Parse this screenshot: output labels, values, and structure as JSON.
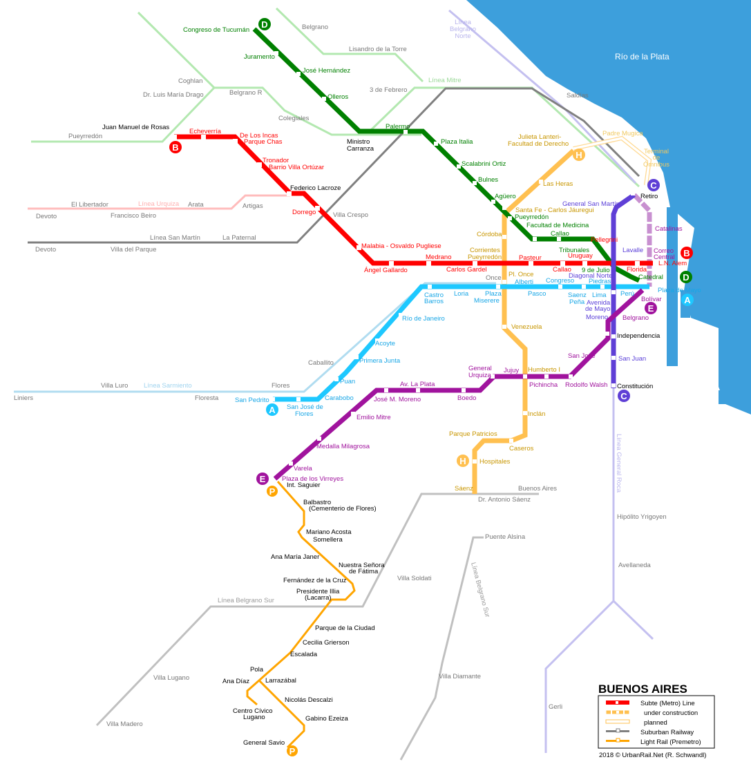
{
  "water_label": "Río de la Plata",
  "lines": {
    "A": {
      "letter": "A",
      "color": "#1ec8ff"
    },
    "B": {
      "letter": "B",
      "color": "#ff0000"
    },
    "C": {
      "letter": "C",
      "color": "#5f3fd6"
    },
    "D": {
      "letter": "D",
      "color": "#008000"
    },
    "E": {
      "letter": "E",
      "color": "#a0139d"
    },
    "H": {
      "letter": "H",
      "color": "#ffc050"
    },
    "P": {
      "letter": "P",
      "color": "#ffa500"
    }
  },
  "stations": {
    "D": [
      "Congreso de Tucumán",
      "Juramento",
      "José Hernández",
      "Olleros",
      "Palermo",
      "Plaza Italia",
      "Scalabrini Ortiz",
      "Bulnes",
      "Agüero",
      "Pueyrredón",
      "Facultad de Medicina",
      "Callao",
      "Tribunales",
      "9 de Julio",
      "Catedral"
    ],
    "B": [
      "Echeverría",
      "De Los Incas",
      "Parque Chas",
      "Tronador",
      "Barrio Villa Ortúzar",
      "Dorrego",
      "Malabia - Osvaldo Pugliese",
      "Ángel Gallardo",
      "Medrano",
      "Carlos Gardel",
      "Pasteur",
      "Callao",
      "Uruguay",
      "Pellegrini",
      "Florida",
      "L.N. Alem"
    ],
    "H": [
      "Julieta Lanteri-",
      "Facultad de Derecho",
      "Las Heras",
      "Santa Fe - Carlos Jáuregui",
      "Córdoba",
      "Corrientes",
      "Pueyrredón",
      "Pl. Once",
      "Venezuela",
      "Humberto I",
      "Inclán",
      "Parque Patricios",
      "Caseros",
      "Hospitales",
      "Sáenz"
    ],
    "A": [
      "Plaza de Mayo",
      "Perú",
      "Piedras",
      "Lima",
      "Saenz",
      "Peña",
      "Congreso",
      "Pasco",
      "Alberti",
      "Plaza",
      "Miserere",
      "Loria",
      "Castro",
      "Barros",
      "Río de Janeiro",
      "Acoyte",
      "Primera Junta",
      "Puan",
      "Carabobo",
      "San José de",
      "Flores",
      "San Pedrito"
    ],
    "C": [
      "General San Martín",
      "Lavalle",
      "Diagonal Norte",
      "Avenida",
      "de Mayo",
      "Moreno",
      "San Juan"
    ],
    "E": [
      "Catalinas",
      "Correo",
      "Central",
      "Bolívar",
      "Belgrano",
      "San José",
      "Rodolfo Walsh",
      "Pichincha",
      "Jujuy",
      "General",
      "Urquiza",
      "Boedo",
      "Av. La Plata",
      "José M. Moreno",
      "Emilio Mitre",
      "Medalla Milagrosa",
      "Varela",
      "Plaza de los Virreyes"
    ],
    "P": [
      "Int. Saguier",
      "Balbastro",
      "(Cementerio de Flores)",
      "Mariano Acosta",
      "Somellera",
      "Ana María Janer",
      "Nuestra Señora",
      "de Fátima",
      "Fernández de la Cruz",
      "Presidente Illia",
      "(Lacarra)",
      "Parque de la Ciudad",
      "Cecilia Grierson",
      "Escalada",
      "Pola",
      "Ana Díaz",
      "Larrazábal",
      "Nicolás Descalzi",
      "Centro Cívico",
      "Lugano",
      "Gabino Ezeiza",
      "General Savio"
    ],
    "interchange": [
      "Juan Manuel de Rosas",
      "Ministro",
      "Carranza",
      "Federico Lacroze",
      "Retiro",
      "Independencia",
      "Constitución"
    ],
    "planned": [
      "Padre Mugica",
      "Terminal",
      "de",
      "Ómnibus"
    ],
    "rail": [
      "Belgrano",
      "Lisandro de la Torre",
      "3 de Febrero",
      "Coghlan",
      "Dr. Luis María Drago",
      "Belgrano R",
      "Colegiales",
      "Pueyrredón",
      "Saldías",
      "Villa Crespo",
      "El Libertador",
      "Devoto",
      "Francisco Beiro",
      "Arata",
      "Artigas",
      "La Paternal",
      "Devoto",
      "Villa del Parque",
      "Once",
      "Villa Luro",
      "Flores",
      "Liniers",
      "Floresta",
      "Caballito",
      "Buenos Aires",
      "Dr. Antonio Sáenz",
      "Puente Alsina",
      "Villa Soldati",
      "Villa Lugano",
      "Villa Madero",
      "Villa Diamante",
      "Hipólito Yrigoyen",
      "Avellaneda",
      "Gerli"
    ]
  },
  "rail_lines": {
    "mitre": "Línea Mitre",
    "urquiza": "Línea Urquiza",
    "san_martin": "Línea San Martín",
    "sarmiento": "Línea Sarmiento",
    "belgrano_sur": "Línea Belgrano Sur",
    "roca": "Línea General Roca",
    "belgrano_norte": [
      "Línea",
      "Belgrano",
      "Norte"
    ]
  },
  "legend": {
    "title": "BUENOS AIRES",
    "items": [
      "Subte (Metro) Line",
      "under construction",
      "planned",
      "Suburban Railway",
      "Light Rail (Premetro)"
    ]
  },
  "credit": "2018 © UrbanRail.Net (R. Schwandl)"
}
